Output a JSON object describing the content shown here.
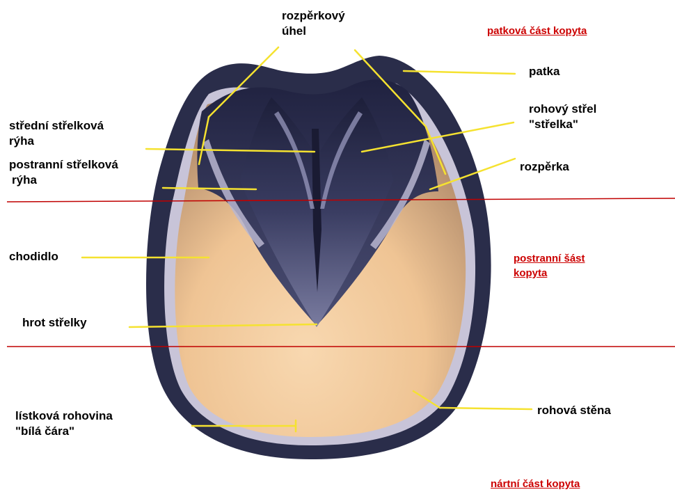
{
  "labels": {
    "rozperkovy_uhel_1": "rozpěrkový",
    "rozperkovy_uhel_2": "úhel",
    "patka": "patka",
    "rohovy_strel_1": "rohový střel",
    "rohovy_strel_2": "\"střelka\"",
    "rozperka": "rozpěrka",
    "stredni_ryha_1": "střední střelková",
    "stredni_ryha_2": "rýha",
    "postranni_ryha_1": "postranní střelková",
    "postranni_ryha_2": "rýha",
    "chodidlo": "chodidlo",
    "hrot_strelky": "hrot střelky",
    "listkova_1": "lístková rohovina",
    "listkova_2": "\"bílá čára\"",
    "rohova_stena": "rohová stěna"
  },
  "regions": {
    "heel": "patková část kopyta",
    "lateral_1": "postranní šást",
    "lateral_2": "kopyta",
    "toe": "nártní část kopyta"
  },
  "colors": {
    "pointer": "#f5e230",
    "divider": "#c00000",
    "region_text": "#cc0000",
    "wall": "#2a2d4a",
    "frog": "#27294a",
    "sole": "#f2c89a"
  }
}
